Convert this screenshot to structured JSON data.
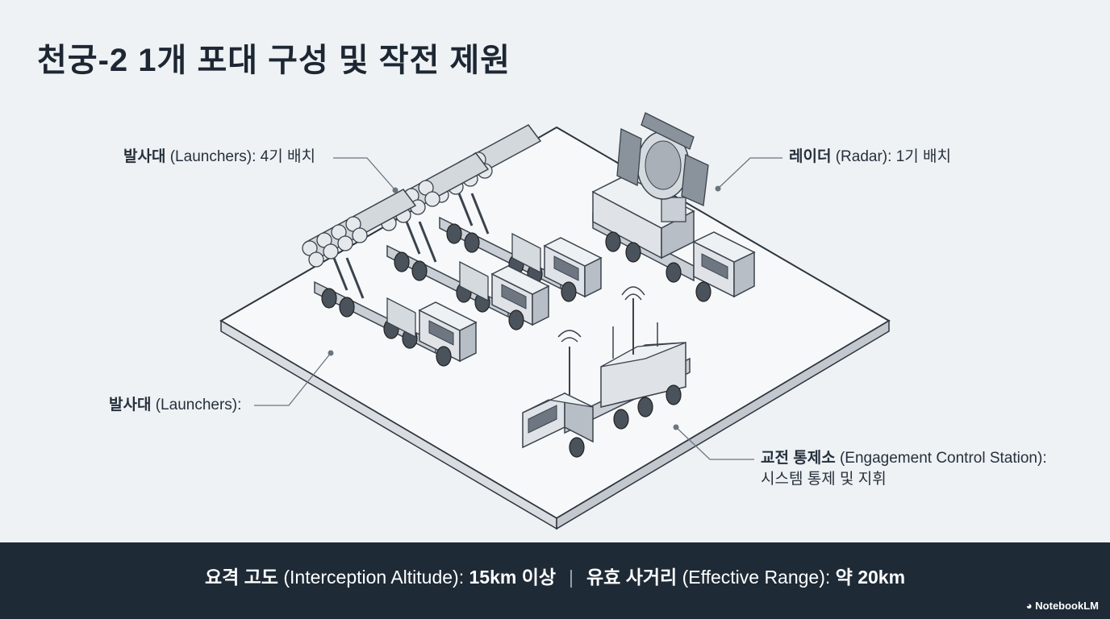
{
  "title": "천궁-2 1개 포대 구성 및 작전 제원",
  "callouts": {
    "launchers_top": {
      "bold": "발사대",
      "rest": " (Launchers): 4기 배치"
    },
    "radar": {
      "bold": "레이더",
      "rest": " (Radar): 1기 배치"
    },
    "launchers_bottom": {
      "bold": "발사대",
      "rest": " (Launchers):"
    },
    "ecs": {
      "bold": "교전 통제소",
      "rest": " (Engagement Control Station):",
      "line2": "시스템 통제 및 지휘"
    }
  },
  "footer": {
    "altitude_label": "요격 고도",
    "altitude_en": " (Interception Altitude): ",
    "altitude_value": "15km 이상",
    "separator": "|",
    "range_label": "유효 사거리",
    "range_en": " (Effective Range): ",
    "range_value": "약 20km"
  },
  "brand": "NotebookLM"
}
